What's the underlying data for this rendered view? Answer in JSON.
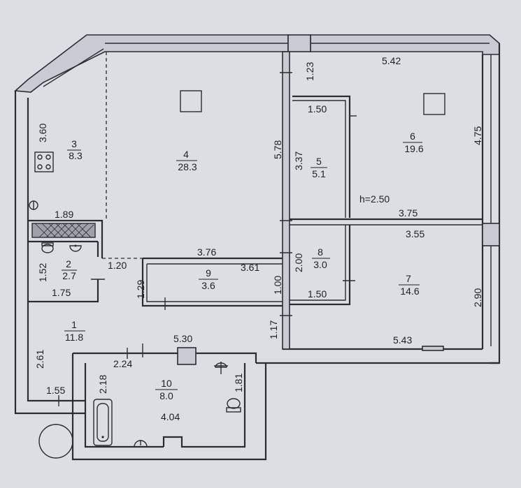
{
  "rooms": [
    {
      "id": "1",
      "num": "1",
      "area": "11.8"
    },
    {
      "id": "2",
      "num": "2",
      "area": "2.7"
    },
    {
      "id": "3",
      "num": "3",
      "area": "8.3"
    },
    {
      "id": "4",
      "num": "4",
      "area": "28.3"
    },
    {
      "id": "5",
      "num": "5",
      "area": "5.1"
    },
    {
      "id": "6",
      "num": "6",
      "area": "19.6"
    },
    {
      "id": "7",
      "num": "7",
      "area": "14.6"
    },
    {
      "id": "8",
      "num": "8",
      "area": "3.0"
    },
    {
      "id": "9",
      "num": "9",
      "area": "3.6"
    },
    {
      "id": "10",
      "num": "10",
      "area": "8.0"
    }
  ],
  "dimensions": {
    "d_5_42": "5.42",
    "d_1_23": "1.23",
    "d_1_50_top": "1.50",
    "d_4_75": "4.75",
    "d_3_60": "3.60",
    "d_5_78": "5.78",
    "d_3_37": "3.37",
    "d_h_2_50": "h=2.50",
    "d_3_75": "3.75",
    "d_3_55": "3.55",
    "d_1_89": "1.89",
    "d_3_76": "3.76",
    "d_3_61": "3.61",
    "d_1_52": "1.52",
    "d_1_20": "1.20",
    "d_1_29": "1.29",
    "d_1_00": "1.00",
    "d_2_00": "2.00",
    "d_1_75": "1.75",
    "d_1_50_mid": "1.50",
    "d_2_90": "2.90",
    "d_1_17": "1.17",
    "d_5_43": "5.43",
    "d_5_30": "5.30",
    "d_2_61": "2.61",
    "d_2_24": "2.24",
    "d_2_18": "2.18",
    "d_1_81": "1.81",
    "d_4_04": "4.04",
    "d_1_55": "1.55"
  },
  "colors": {
    "paper": "#dcdee3",
    "ink": "#2b2c31",
    "wall_fill": "#c9cbd2"
  }
}
